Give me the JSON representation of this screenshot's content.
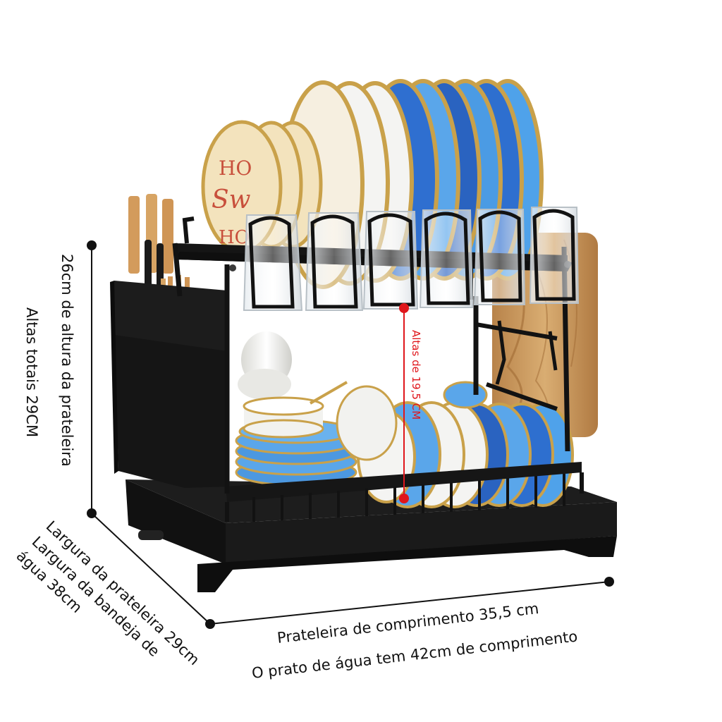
{
  "product": {
    "name": "dish drying rack",
    "colors": {
      "frame": "#141414",
      "plate_blue": "#2f6fd0",
      "plate_light_blue": "#5fa6e6",
      "plate_cream": "#f3e3bd",
      "plate_white": "#f4f4f2",
      "gold_rim": "#c9a14a",
      "wood": "#c99a5e",
      "dimension_red": "#e0161b"
    }
  },
  "dimensions": {
    "shelf_height": "26cm de altura da prateleira",
    "total_height": "Altas totais 29CM",
    "inner_height": "Altas de 19,5 CM",
    "shelf_width": "Largura da prateleira 29cm",
    "tray_width_line1": "Largura da bandeja de",
    "tray_width_line2": "água 38cm",
    "shelf_length": "Prateleira de comprimento 35,5 cm",
    "tray_length": "O prato de água tem 42cm de comprimento"
  },
  "plate_print": {
    "word_top": "HO",
    "word_script": "Sw",
    "word_bottom": "HO"
  }
}
